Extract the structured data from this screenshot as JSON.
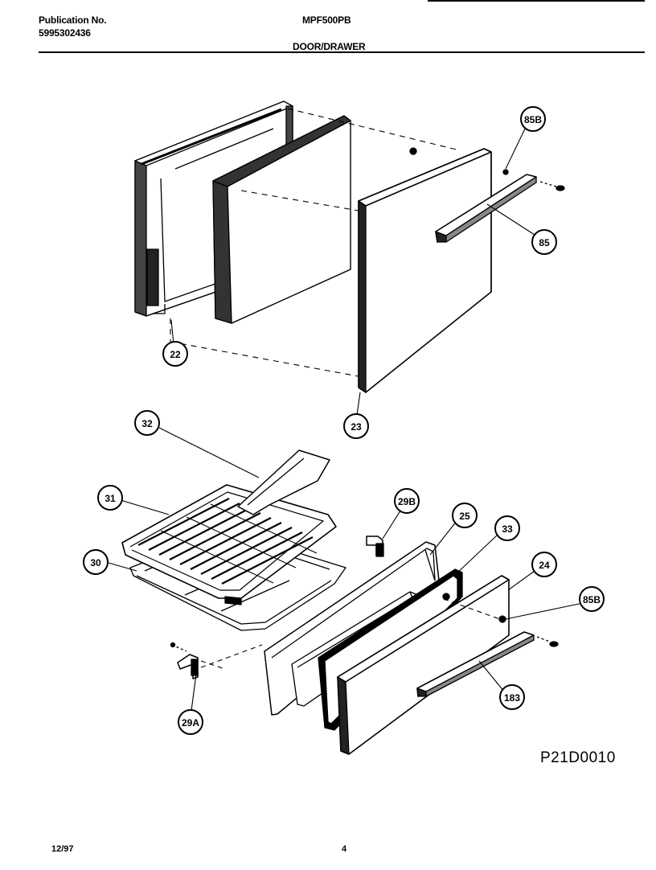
{
  "header": {
    "publication_label": "Publication No.",
    "publication_number": "5995302436",
    "model": "MPF500PB",
    "section": "DOOR/DRAWER"
  },
  "diagram": {
    "callouts": [
      "85B",
      "85",
      "22",
      "23",
      "32",
      "31",
      "29B",
      "25",
      "33",
      "30",
      "24",
      "85B",
      "183",
      "29A"
    ],
    "figure_code": "P21D0010"
  },
  "footer": {
    "date": "12/97",
    "page": "4"
  }
}
